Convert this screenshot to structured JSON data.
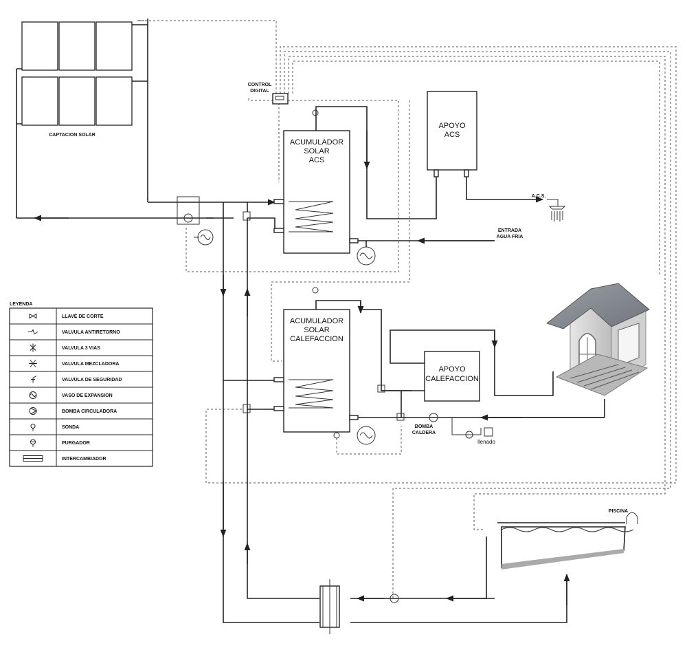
{
  "labels": {
    "captacion": "CAPTACION SOLAR",
    "control_1": "CONTROL",
    "control_2": "DIGITAL",
    "acs_tank": [
      "ACUMULADOR",
      "SOLAR",
      "ACS"
    ],
    "cal_tank": [
      "ACUMULADOR",
      "SOLAR",
      "CALEFACCION"
    ],
    "apoyo_acs": [
      "APOYO",
      "ACS"
    ],
    "apoyo_cal": [
      "APOYO",
      "CALEFACCION"
    ],
    "acs_out": "A.C.S.",
    "entrada_1": "ENTRADA",
    "entrada_2": "AGUA FRIA",
    "bomba_1": "BOMBA",
    "bomba_2": "CALDERA",
    "llenado": "llenado",
    "piscina": "PISCINA"
  },
  "legend": {
    "title": "LEYENDA",
    "items": [
      {
        "symbol": "valve-icon",
        "label": "LLAVE DE CORTE"
      },
      {
        "symbol": "check-valve-icon",
        "label": "VALVULA ANTIRETORNO"
      },
      {
        "symbol": "three-way-valve-icon",
        "label": "VALVULA 3 VIAS"
      },
      {
        "symbol": "mixing-valve-icon",
        "label": "VALVULA MEZCLADORA"
      },
      {
        "symbol": "safety-valve-icon",
        "label": "VALVULA DE SEGURIDAD"
      },
      {
        "symbol": "expansion-vessel-icon",
        "label": "VASO DE EXPANSION"
      },
      {
        "symbol": "pump-icon",
        "label": "BOMBA CIRCULADORA"
      },
      {
        "symbol": "sensor-icon",
        "label": "SONDA"
      },
      {
        "symbol": "purger-icon",
        "label": "PURGADOR"
      },
      {
        "symbol": "heat-exchanger-icon",
        "label": "INTERCAMBIADOR"
      }
    ]
  }
}
